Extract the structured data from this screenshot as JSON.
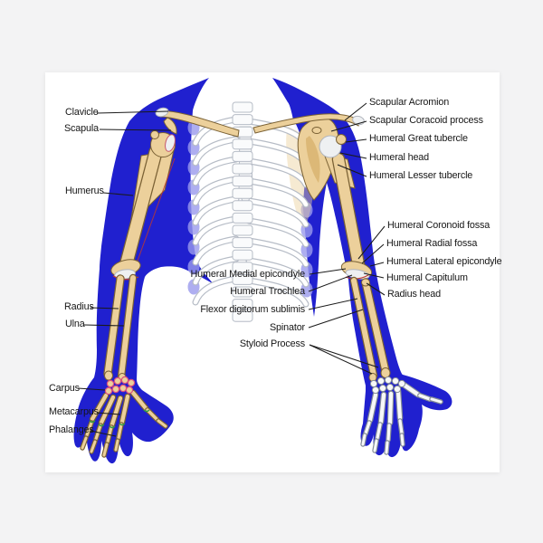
{
  "colors": {
    "outer-bg": "#f3f3f4",
    "print-bg": "#ffffff",
    "silhouette-blue": "#2020cf",
    "bone-tan": "#ecd09b",
    "bone-shade": "#d2a95f",
    "bone-outline": "#7a6134",
    "cartilage-white": "#eef0f2",
    "rib-gray": "#b6bcc6",
    "lavender": "#9a9aec",
    "carpus-pink": "#d94f7e",
    "joint-green": "#2f9e44",
    "accent-red": "#c0392b",
    "label-text": "#161616",
    "leader-line": "#1a1a1a"
  },
  "labels": {
    "left": [
      {
        "text": "Clavicle"
      },
      {
        "text": "Scapula"
      },
      {
        "text": "Humerus"
      },
      {
        "text": "Radius"
      },
      {
        "text": "Ulna"
      },
      {
        "text": "Carpus"
      },
      {
        "text": "Metacarpus"
      },
      {
        "text": "Phalanges"
      }
    ],
    "right_upper": [
      {
        "text": "Scapular Acromion"
      },
      {
        "text": "Scapular Coracoid process"
      },
      {
        "text": "Humeral Great tubercle"
      },
      {
        "text": "Humeral head"
      },
      {
        "text": "Humeral Lesser tubercle"
      }
    ],
    "right_mid": [
      {
        "text": "Humeral Coronoid fossa"
      },
      {
        "text": "Humeral Radial fossa"
      },
      {
        "text": "Humeral Lateral epicondyle"
      },
      {
        "text": "Humeral Capitulum"
      },
      {
        "text": "Radius head"
      }
    ],
    "center": [
      {
        "text": "Humeral Medial epicondyle"
      },
      {
        "text": "Humeral Trochlea"
      },
      {
        "text": "Flexor digitorum sublimis"
      },
      {
        "text": "Spinator"
      },
      {
        "text": "Styloid Process"
      }
    ]
  }
}
